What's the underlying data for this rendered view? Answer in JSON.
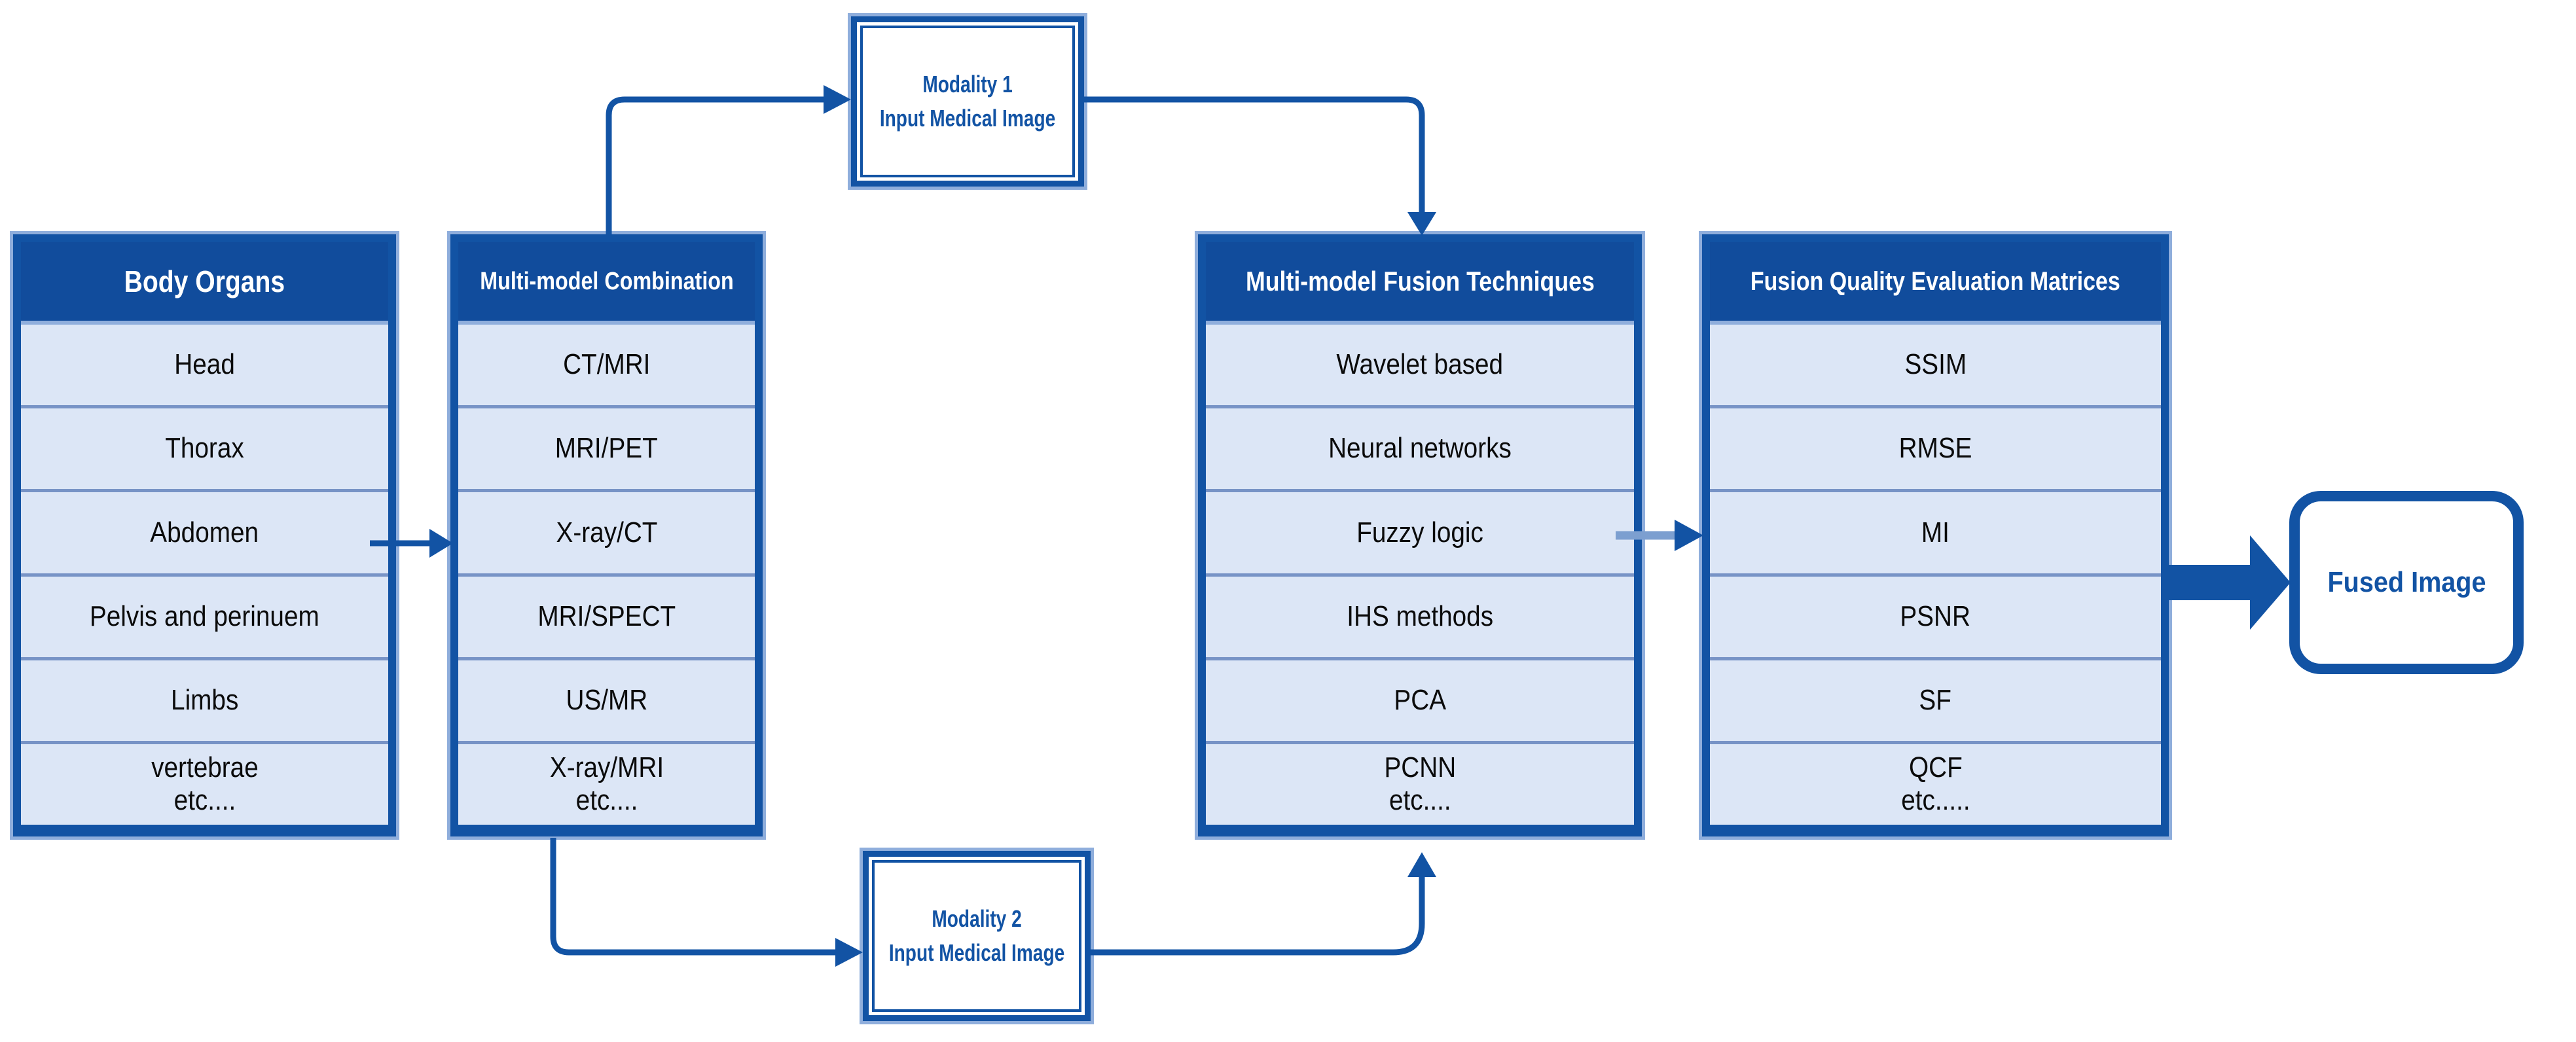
{
  "colors": {
    "accent_blue": "#1253A4",
    "header_bg": "#114C9C",
    "row_bg": "#DCE6F6",
    "row_divider": "#7793C6",
    "halo_blue": "#8FAEDC",
    "steel_line": "#7C9FD0",
    "row_text": "#0B0B0B"
  },
  "tables": [
    {
      "title": "Body Organs",
      "rows": [
        "Head",
        "Thorax",
        "Abdomen",
        "Pelvis and perinuem",
        "Limbs",
        "vertebrae\netc...."
      ]
    },
    {
      "title": "Multi-model Combination",
      "rows": [
        "CT/MRI",
        "MRI/PET",
        "X-ray/CT",
        "MRI/SPECT",
        "US/MR",
        "X-ray/MRI\netc...."
      ]
    },
    {
      "title": "Multi-model Fusion Techniques",
      "rows": [
        "Wavelet based",
        "Neural networks",
        "Fuzzy logic",
        "IHS methods",
        "PCA",
        "PCNN\netc...."
      ]
    },
    {
      "title": "Fusion Quality Evaluation Matrices",
      "rows": [
        "SSIM",
        "RMSE",
        "MI",
        "PSNR",
        "SF",
        "QCF\netc....."
      ]
    }
  ],
  "nodes": {
    "modality1": {
      "line1": "Modality 1",
      "line2": "Input Medical Image"
    },
    "modality2": {
      "line1": "Modality 2",
      "line2": "Input Medical Image"
    },
    "fused": {
      "label": "Fused Image"
    }
  }
}
